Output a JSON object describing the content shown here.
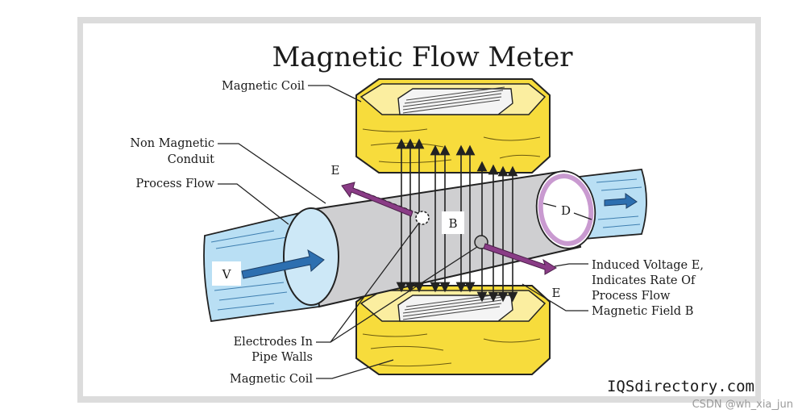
{
  "title": "Magnetic Flow Meter",
  "labels": {
    "magnetic_coil_top": "Magnetic Coil",
    "non_magnetic_line1": "Non Magnetic",
    "non_magnetic_line2": "Conduit",
    "process_flow": "Process Flow",
    "induced_line1": "Induced Voltage E,",
    "induced_line2": "Indicates Rate Of",
    "induced_line3": "Process Flow",
    "magnetic_field": "Magnetic Field B",
    "electrodes_line1": "Electrodes In",
    "electrodes_line2": "Pipe Walls",
    "magnetic_coil_bottom": "Magnetic Coil"
  },
  "symbols": {
    "velocity": "V",
    "field": "B",
    "diameter": "D",
    "voltage_left": "E",
    "voltage_right": "E"
  },
  "brand": "IQSdirectory.com",
  "watermark": "CSDN @wh_xia_jun",
  "colors": {
    "coil": "#f7dc3c",
    "coil_top": "#fbeea0",
    "fluid": "#b9dff4",
    "fluid_arrow": "#2d6fb0",
    "pipe": "#cfcfd1",
    "electrode_arrow": "#8a3c86",
    "pipe_ring": "#c99ad0",
    "frame": "#dcdcdc"
  }
}
